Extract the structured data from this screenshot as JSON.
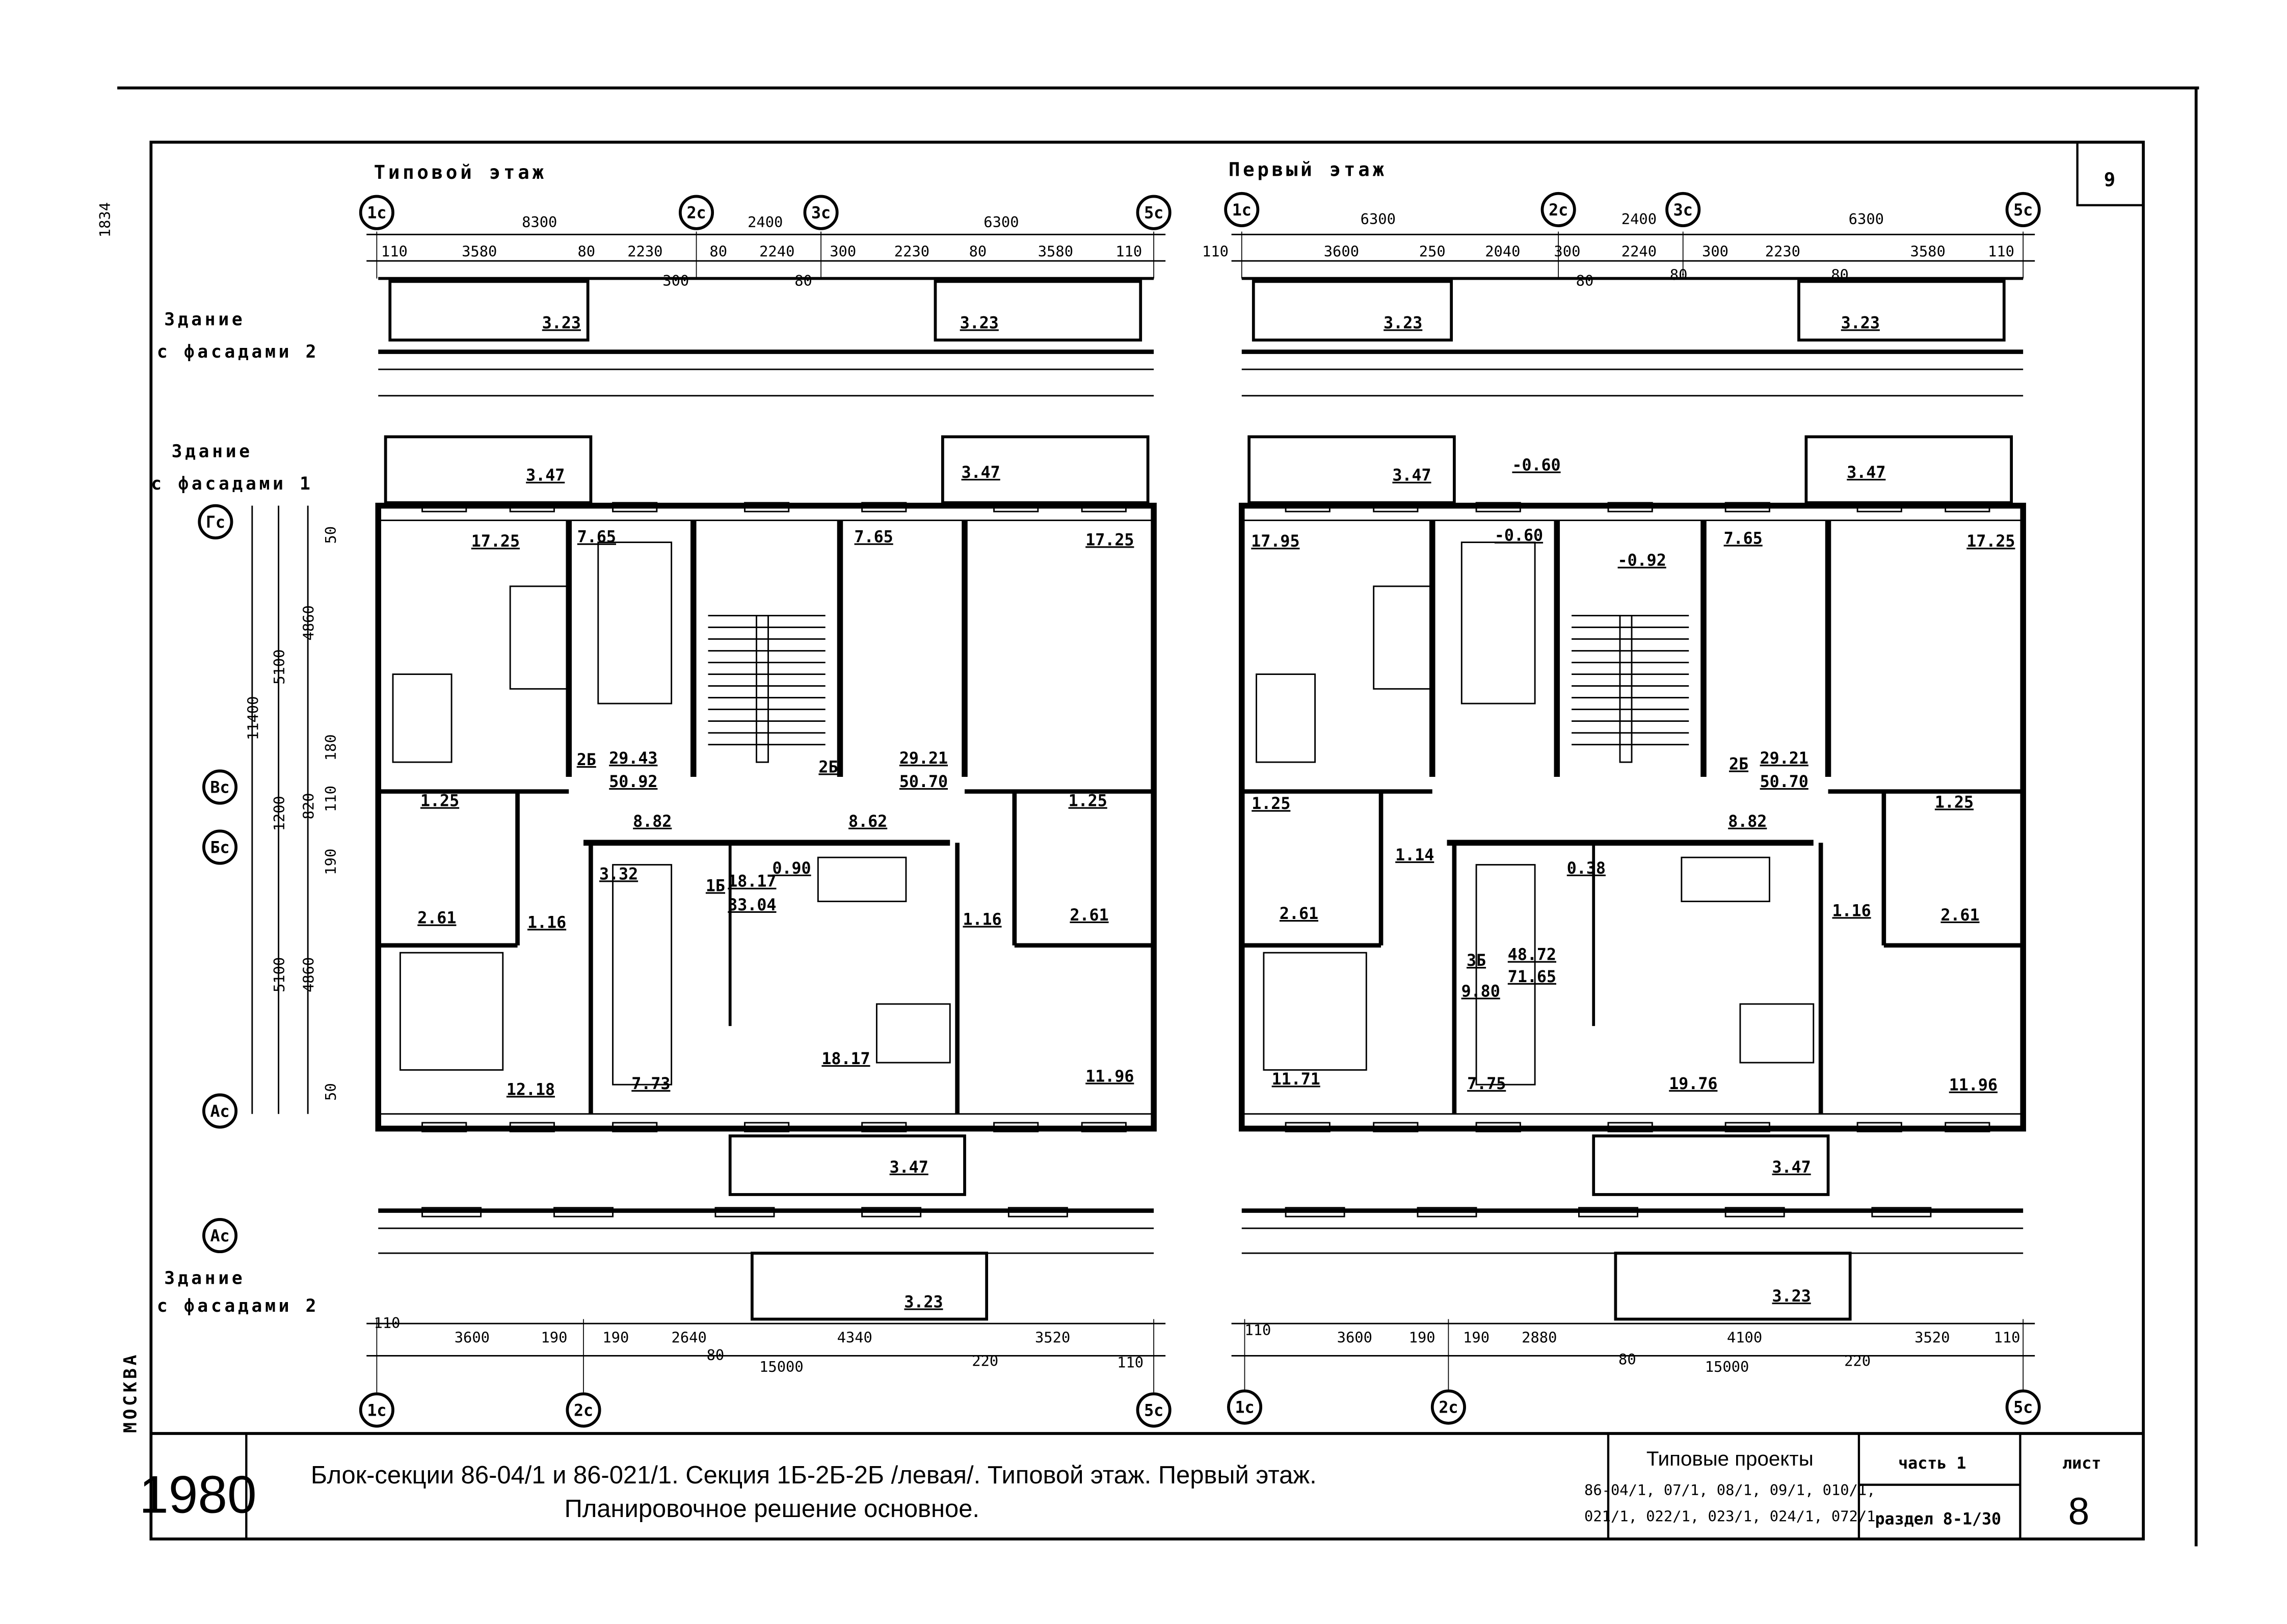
{
  "sheet_number_top": "9",
  "margin_code": "1834",
  "city": "МОСКВА",
  "headings": {
    "typical": "Типовой этаж",
    "first": "Первый этаж"
  },
  "building_labels": [
    {
      "line1": "Здание",
      "line2": "с фасадами 2"
    },
    {
      "line1": "Здание",
      "line2": "с фасадами 1"
    },
    {
      "line1": "Здание",
      "line2": "с фасадами 2"
    }
  ],
  "axes": {
    "top_left": [
      "1с",
      "2с",
      "3с",
      "5с"
    ],
    "top_right": [
      "1с",
      "2с",
      "3с",
      "5с"
    ],
    "bottom_left": [
      "1с",
      "2с",
      "5с"
    ],
    "bottom_right": [
      "1с",
      "2с",
      "5с"
    ],
    "rows": [
      "Гс",
      "Вс",
      "Бс",
      "Ас",
      "Ас"
    ]
  },
  "dims": {
    "top_left": [
      "8300",
      "2400",
      "6300",
      "110",
      "3580",
      "80",
      "2230",
      "300",
      "80",
      "2240",
      "80",
      "300",
      "2230",
      "80",
      "3580",
      "110"
    ],
    "top_right": [
      "6300",
      "2400",
      "6300",
      "110",
      "3600",
      "250",
      "2040",
      "300",
      "80",
      "2240",
      "80",
      "300",
      "2230",
      "80",
      "3580",
      "110"
    ],
    "left_vertical": [
      "11400",
      "5100",
      "4860",
      "50",
      "180",
      "1200",
      "820",
      "110",
      "190",
      "5100",
      "4860",
      "50"
    ],
    "bottom_left": [
      "110",
      "3600",
      "190",
      "190",
      "2640",
      "80",
      "4340",
      "3520",
      "15000",
      "220",
      "110"
    ],
    "bottom_right": [
      "110",
      "3600",
      "190",
      "190",
      "2880",
      "80",
      "4100",
      "15000",
      "220",
      "3520",
      "110"
    ]
  },
  "areas": {
    "typical": [
      "3.23",
      "3.23",
      "3.47",
      "3.47",
      "17.25",
      "7.65",
      "7.65",
      "17.25",
      "2Б",
      "29.43",
      "50.92",
      "2Б",
      "29.21",
      "50.70",
      "8.82",
      "8.62",
      "1.25",
      "1.25",
      "3.32",
      "1Б",
      "18.17",
      "33.04",
      "0.90",
      "2.61",
      "1.16",
      "1.16",
      "2.61",
      "12.18",
      "7.73",
      "18.17",
      "11.96",
      "3.47",
      "3.23"
    ],
    "first": [
      "3.23",
      "3.23",
      "3.47",
      "3.47",
      "-0.60",
      "-0.60",
      "-0.92",
      "17.95",
      "7.65",
      "17.25",
      "2Б",
      "29.21",
      "50.70",
      "8.82",
      "1.25",
      "1.25",
      "1.14",
      "2.61",
      "2.61",
      "3Б",
      "48.72",
      "71.65",
      "0.38",
      "9.80",
      "1.16",
      "11.71",
      "7.75",
      "19.76",
      "11.96",
      "3.47",
      "3.23"
    ]
  },
  "title_block": {
    "year": "1980",
    "title_line1": "Блок-секции 86-04/1 и 86-021/1. Секция 1Б-2Б-2Б /левая/. Типовой этаж. Первый этаж.",
    "title_line2": "Планировочное решение основное.",
    "projects_heading": "Типовые проекты",
    "projects_line1": "86-04/1, 07/1, 08/1, 09/1, 010/1,",
    "projects_line2": "021/1, 022/1, 023/1, 024/1, 072/1",
    "part_label": "часть 1",
    "section_label": "раздел 8-1/30",
    "sheet_label": "лист",
    "sheet_number": "8"
  }
}
